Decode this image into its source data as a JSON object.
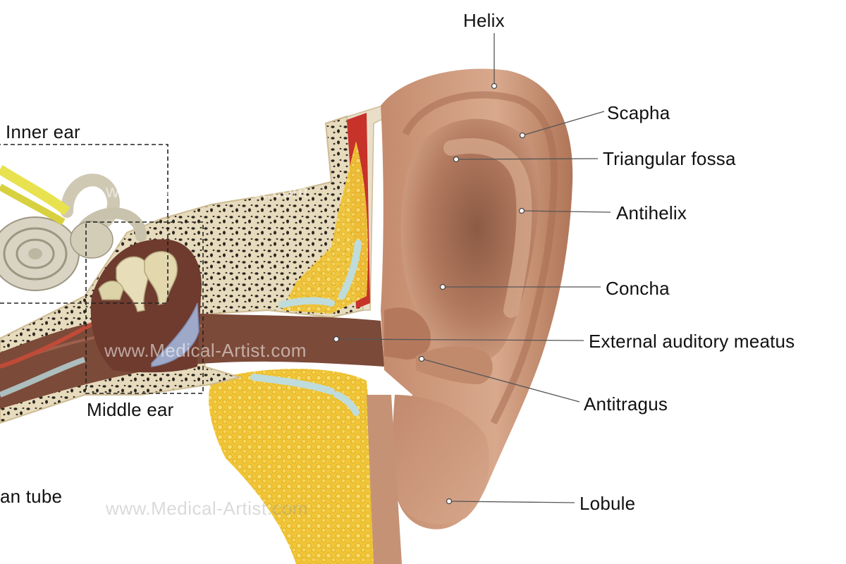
{
  "labels": {
    "helix": "Helix",
    "scapha": "Scapha",
    "triangular_fossa": "Triangular fossa",
    "antihelix": "Antihelix",
    "concha": "Concha",
    "external_auditory_meatus": "External auditory meatus",
    "antitragus": "Antitragus",
    "lobule": "Lobule",
    "inner_ear": "Inner ear",
    "middle_ear": "Middle ear",
    "eustachian_tube": "an tube"
  },
  "watermark": "www.Medical-Artist.com",
  "colors": {
    "skin": "#b97f62",
    "skin_light": "#d9a58a",
    "skin_shadow": "#8a5a44",
    "bone": "#e8dcc0",
    "fat": "#f2c93a",
    "muscle": "#c7322a",
    "cochlea": "#d9d4c3",
    "nerve": "#e6e04a",
    "eardrum": "#9aa6c8",
    "canal": "#7a4a38"
  },
  "icons": [
    "inner-ear-box",
    "middle-ear-box",
    "leader-line",
    "leader-dot"
  ]
}
